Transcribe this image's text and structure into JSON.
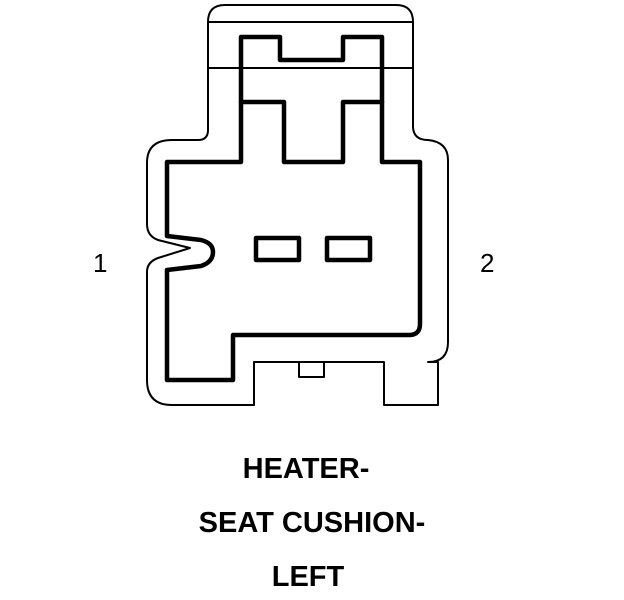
{
  "pins": {
    "left": "1",
    "right": "2"
  },
  "caption": {
    "line1": "HEATER-",
    "line2": "SEAT CUSHION-",
    "line3": "LEFT"
  },
  "colors": {
    "stroke": "#000000",
    "background": "#ffffff"
  }
}
